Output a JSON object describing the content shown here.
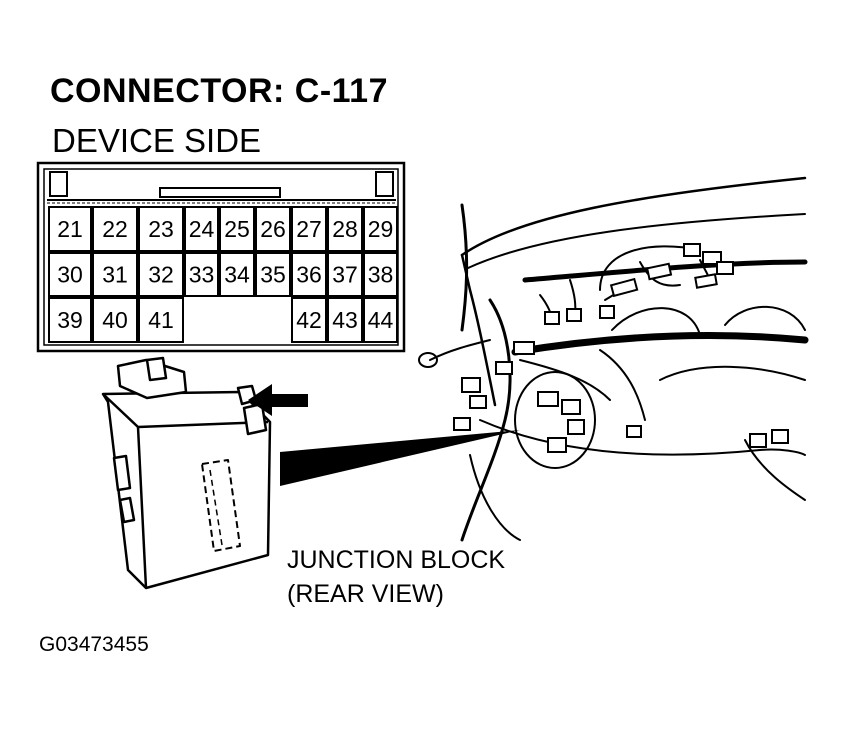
{
  "header": {
    "title": "CONNECTOR: C-117",
    "subtitle": "DEVICE SIDE"
  },
  "connector": {
    "rows": [
      [
        "21",
        "22",
        "23",
        "24",
        "25",
        "26",
        "27",
        "28",
        "29"
      ],
      [
        "30",
        "31",
        "32",
        "33",
        "34",
        "35",
        "36",
        "37",
        "38"
      ],
      [
        "39",
        "40",
        "41",
        "",
        "",
        "",
        "42",
        "43",
        "44"
      ]
    ]
  },
  "component": {
    "label_line1": "JUNCTION BLOCK",
    "label_line2": "(REAR VIEW)"
  },
  "figure": {
    "id": "G03473455"
  },
  "colors": {
    "ink": "#000000",
    "paper": "#ffffff"
  }
}
